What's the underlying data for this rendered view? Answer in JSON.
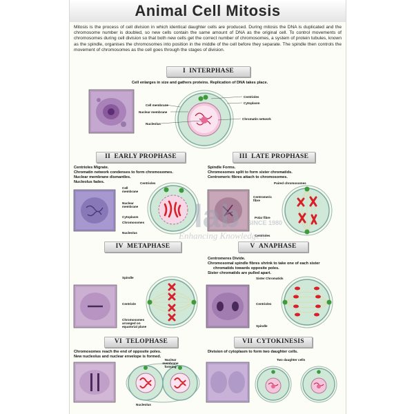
{
  "title": "Animal Cell Mitosis",
  "intro": "Mitosis is the process of cell division in which identical daughter cells are produced. During mitosis the DNA is duplicated and the chromosome number is doubled, so new cells contain the same amount of DNA as the original cell. To control movements of chromosomes during cell division so that both new cells get the correct number of chromosomes, a system of protein tubules, known as the spindle, organises the chromosomes into position in the middle of the cell before they separate. The spindle then controls the movement of chromosomes as the cell goes through the stages of division.",
  "colors": {
    "nucleus": "#f0a8c8",
    "cytoplasm": "#d9eee0",
    "membrane": "#7aa8a0",
    "chromosome": "#d8202a",
    "centriole": "#3e9a3a",
    "spindle": "#e8d088"
  },
  "stages": {
    "interphase": {
      "numeral": "I",
      "name": "INTERPHASE",
      "desc": "Cell enlarges in size and gathers proteins. Replication of DNA takes place.",
      "labels": [
        "Centrioles",
        "Cytoplasm",
        "Cell membrane",
        "Nuclear membrane",
        "Nucleolus",
        "Chromatin network"
      ]
    },
    "early_prophase": {
      "numeral": "II",
      "name": "EARLY PROPHASE",
      "desc": [
        "Centrioles Migrate.",
        "Chromatin network condenses to form chromosomes.",
        "Nuclear membrane dismantles.",
        "Nucleolus fades."
      ],
      "labels": [
        "Centrioles",
        "Cell membrane",
        "Nuclear membrane",
        "Cytoplasm",
        "Chromosomes",
        "Nucleolus"
      ]
    },
    "late_prophase": {
      "numeral": "III",
      "name": "LATE PROPHASE",
      "desc": [
        "Spindle Forms.",
        "Chromosomes split to form sister chromatids.",
        "Centromeric fibres attach to chromosomes."
      ],
      "labels": [
        "Paired chromosomes",
        "Centromeric fibre",
        "Polar fibre",
        "Centrioles"
      ]
    },
    "metaphase": {
      "numeral": "IV",
      "name": "METAPHASE",
      "labels": [
        "Spindle",
        "Centriole",
        "Chromosomes arranged on equatorial plane"
      ]
    },
    "anaphase": {
      "numeral": "V",
      "name": "ANAPHASE",
      "desc": [
        "Centromeres Divide.",
        "Chromosomal spindle fibres shrink to take one of each sister",
        "chromatids towards opposite poles.",
        "Sister chromatids are pulled apart."
      ],
      "labels": [
        "Sister Chromatids",
        "Centrioles",
        "Spindle"
      ]
    },
    "telophase": {
      "numeral": "VI",
      "name": "TELOPHASE",
      "desc": [
        "Chromosomes reach the end of opposite poles.",
        "New nucleolus and nuclear envelope is formed."
      ],
      "labels": [
        "Nuclear membrane forming",
        "Nucleolus"
      ]
    },
    "cytokinesis": {
      "numeral": "VII",
      "name": "CYTOKINESIS",
      "desc": "Division of cytoplasm to form two daughter cells.",
      "labels": [
        "Two daughter cells"
      ]
    }
  },
  "watermark": {
    "logo": "lab",
    "since": "SINCE 1980",
    "slogan": "Enhancing Knowledge..."
  }
}
